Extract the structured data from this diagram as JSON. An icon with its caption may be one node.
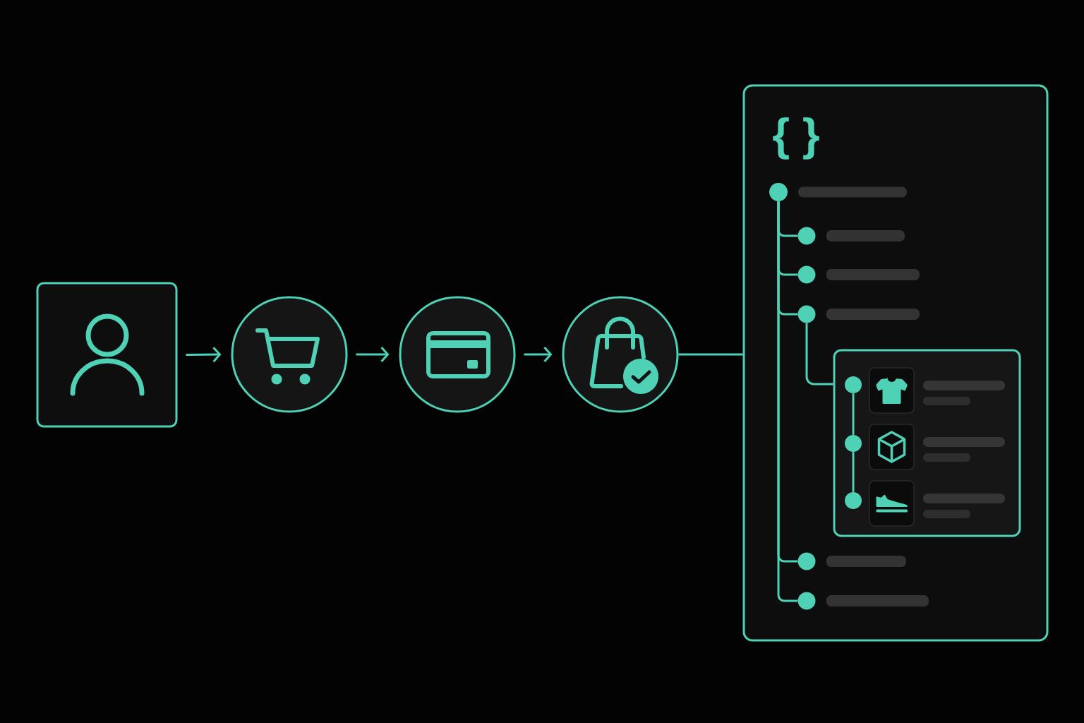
{
  "diagram": {
    "nodes": [
      {
        "text": [],
        "shape": "box"
      },
      {
        "text": [],
        "shape": "circle"
      },
      {
        "text": [],
        "shape": "circle"
      },
      {
        "text": [],
        "shape": "circle"
      },
      {
        "text": [],
        "shape": "box"
      },
      {
        "text": [],
        "shape": "circle",
        "in": 4
      },
      {
        "text": [],
        "shape": "circle",
        "in": 4
      },
      {
        "text": [],
        "shape": "circle",
        "in": 4
      },
      {
        "text": [],
        "shape": "circle",
        "in": 4
      },
      {
        "text": [],
        "shape": "box",
        "in": 4
      },
      {
        "text": [],
        "shape": "circle",
        "in": 9
      },
      {
        "text": [],
        "shape": "circle",
        "in": 9
      },
      {
        "text": [],
        "shape": "circle",
        "in": 9
      },
      {
        "text": [],
        "shape": "circle",
        "in": 4
      },
      {
        "text": [],
        "shape": "circle",
        "in": 4
      }
    ],
    "edges": [
      {
        "from": 0,
        "to": 1,
        "arrow": "to"
      },
      {
        "from": 1,
        "to": 2,
        "arrow": "to"
      },
      {
        "from": 2,
        "to": 3,
        "arrow": "to"
      },
      {
        "from": 3,
        "to": 4,
        "arrow": "none"
      },
      {
        "from": 5,
        "to": 6,
        "arrow": "none"
      },
      {
        "from": 5,
        "to": 7,
        "arrow": "none"
      },
      {
        "from": 5,
        "to": 8,
        "arrow": "none"
      },
      {
        "from": 5,
        "to": 13,
        "arrow": "none"
      },
      {
        "from": 5,
        "to": 14,
        "arrow": "none"
      },
      {
        "from": 8,
        "to": 9,
        "arrow": "none"
      },
      {
        "from": 10,
        "to": 11,
        "arrow": "none"
      },
      {
        "from": 11,
        "to": 12,
        "arrow": "none"
      }
    ],
    "labels": [
      "{ }"
    ]
  }
}
